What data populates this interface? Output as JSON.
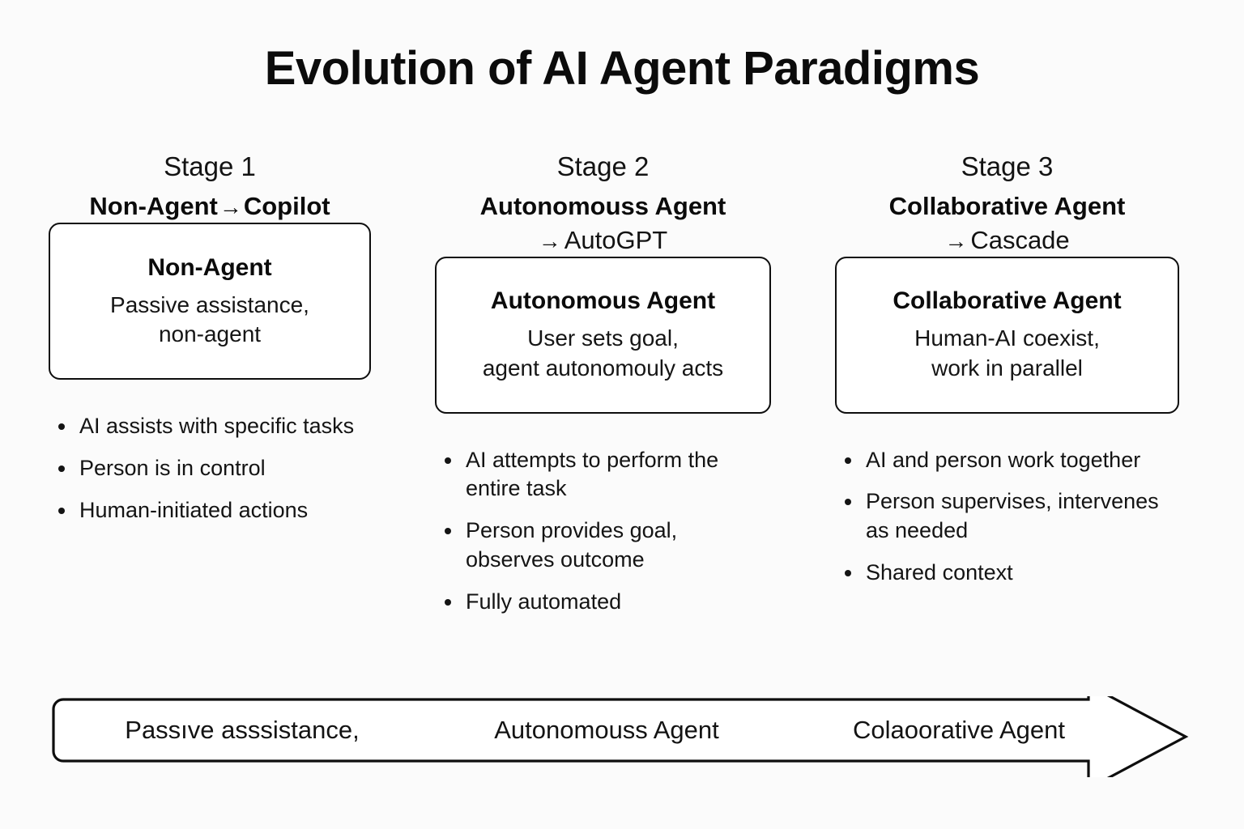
{
  "title": "Evolution of AI Agent Paradigms",
  "arrow_glyph": "→",
  "stages": [
    {
      "stage_label": "Stage 1",
      "stage_name": "Non-Agent",
      "stage_target": "Copilot",
      "target_on_same_line": true,
      "card": {
        "title": "Non-Agent",
        "description": "Passive assistance,\nnon-agent"
      },
      "bullets": [
        "AI assists with specific tasks",
        "Person is in control",
        "Human-initiated actions"
      ]
    },
    {
      "stage_label": "Stage 2",
      "stage_name": "Autonomouss Agent",
      "stage_target": "AutoGPT",
      "target_on_same_line": false,
      "card": {
        "title": "Autonomous Agent",
        "description": "User sets goal,\nagent autonomouly acts"
      },
      "bullets": [
        "AI attempts to perform the entire task",
        "Person provides goal, observes outcome",
        "Fully automated"
      ]
    },
    {
      "stage_label": "Stage 3",
      "stage_name": "Collaborative Agent",
      "stage_target": "Cascade",
      "target_on_same_line": false,
      "card": {
        "title": "Collaborative Agent",
        "description": "Human-AI coexist,\nwork in parallel"
      },
      "bullets": [
        "AI and person work together",
        "Person supervises, intervenes as needed",
        "Shared context"
      ]
    }
  ],
  "timeline_banner": {
    "labels": [
      "Passıve asssistance,",
      "Autonomouss Agent",
      "Colaoorative Agent"
    ]
  },
  "colors": {
    "background": "#fbfbfb",
    "text": "#111111",
    "stroke": "#0e0e0e",
    "card_fill": "#ffffff"
  }
}
